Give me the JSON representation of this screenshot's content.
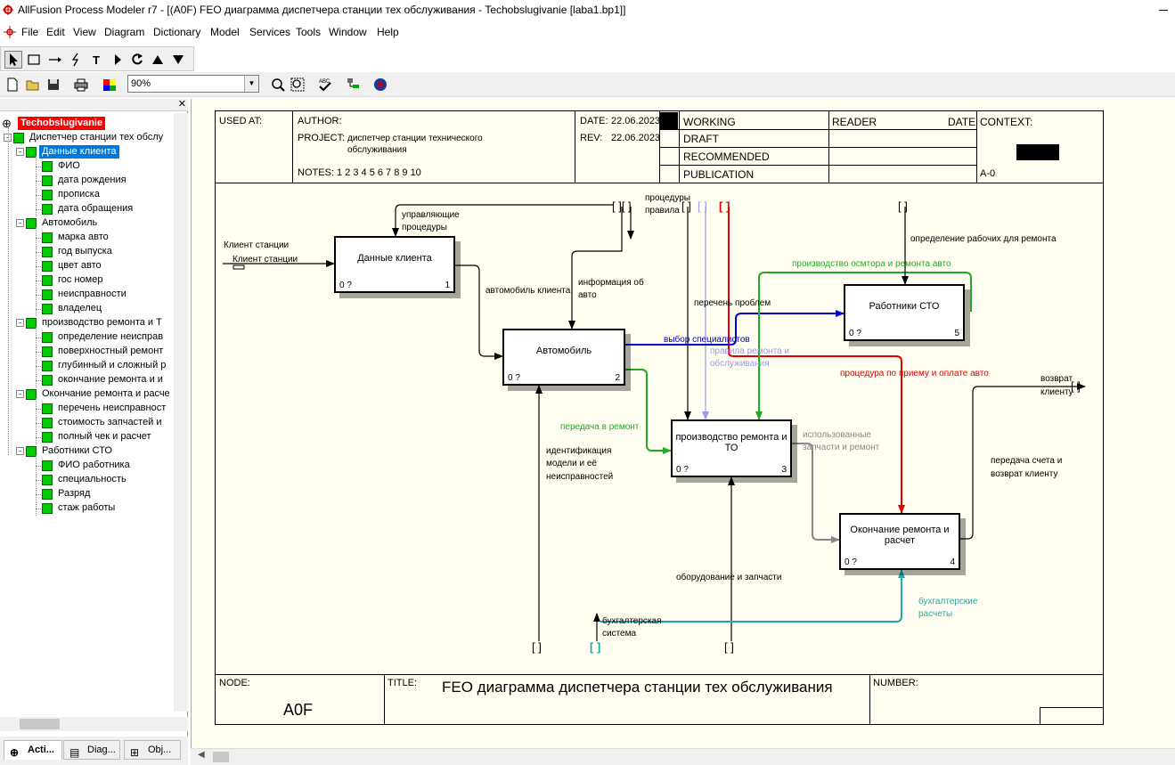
{
  "title": "AllFusion Process Modeler r7 - [(A0F) FEO диаграмма диспетчера станции тех обслуживания - Techobslugivanie  [laba1.bp1]]",
  "menu": [
    "File",
    "Edit",
    "View",
    "Diagram",
    "Dictionary",
    "Model",
    "Services",
    "Tools",
    "Window",
    "Help"
  ],
  "zoom": "90%",
  "tree": {
    "root": "Techobslugivanie",
    "items": [
      {
        "label": "Диспетчер станции тех обслу",
        "level": 1,
        "exp": "-"
      },
      {
        "label": "Данные клиента",
        "level": 2,
        "exp": "-",
        "selected": true
      },
      {
        "label": "ФИО",
        "level": 3
      },
      {
        "label": "дата рождения",
        "level": 3
      },
      {
        "label": "прописка",
        "level": 3
      },
      {
        "label": "дата обращения",
        "level": 3
      },
      {
        "label": "Автомобиль",
        "level": 2,
        "exp": "-"
      },
      {
        "label": "марка авто",
        "level": 3
      },
      {
        "label": "год выпуска",
        "level": 3
      },
      {
        "label": "цвет авто",
        "level": 3
      },
      {
        "label": "гос номер",
        "level": 3
      },
      {
        "label": "неисправности",
        "level": 3
      },
      {
        "label": "владелец",
        "level": 3
      },
      {
        "label": "производство ремонта  и Т",
        "level": 2,
        "exp": "-"
      },
      {
        "label": "определение неисправ",
        "level": 3
      },
      {
        "label": "поверхностный ремонт",
        "level": 3
      },
      {
        "label": "глубинный и сложный р",
        "level": 3
      },
      {
        "label": "окончание  ремонта и  и",
        "level": 3
      },
      {
        "label": "Окончание ремонта и расче",
        "level": 2,
        "exp": "-"
      },
      {
        "label": "перечень неисправност",
        "level": 3
      },
      {
        "label": "стоимость запчастей и",
        "level": 3
      },
      {
        "label": "полный чек и расчет",
        "level": 3
      },
      {
        "label": "Работники СТО",
        "level": 2,
        "exp": "-"
      },
      {
        "label": "ФИО работника",
        "level": 3
      },
      {
        "label": "специальность",
        "level": 3
      },
      {
        "label": "Разряд",
        "level": 3
      },
      {
        "label": "стаж работы",
        "level": 3
      }
    ],
    "tabs": [
      "Acti...",
      "Diag...",
      "Obj..."
    ]
  },
  "header": {
    "used_at": "USED AT:",
    "author": "AUTHOR:",
    "project_label": "PROJECT:",
    "project": "диспетчер станции технического обслуживания",
    "notes_label": "NOTES:",
    "notes": "1 2 3 4 5 6 7 8 9 10",
    "date_label": "DATE:",
    "date": "22.06.2023",
    "rev_label": "REV:",
    "rev": "22.06.2023",
    "status": [
      "WORKING",
      "DRAFT",
      "RECOMMENDED",
      "PUBLICATION"
    ],
    "reader": "READER",
    "date2": "DATE",
    "context": "CONTEXT:",
    "context_node": "A-0"
  },
  "footer": {
    "node_label": "NODE:",
    "node": "A0F",
    "title_label": "TITLE:",
    "title": "FEO диаграмма диспетчера станции тех обслуживания",
    "number_label": "NUMBER:"
  },
  "boxes": [
    {
      "label": "Данные клиента",
      "cost": "0 ?",
      "num": "1"
    },
    {
      "label": "Автомобиль",
      "cost": "0 ?",
      "num": "2"
    },
    {
      "label": "производство ремонта  и ТО",
      "cost": "0 ?",
      "num": "3"
    },
    {
      "label": "Окончание ремонта и расчет",
      "cost": "0 ?",
      "num": "4"
    },
    {
      "label": "Работники СТО",
      "cost": "0 ?",
      "num": "5"
    }
  ],
  "labels": {
    "client1": "Клиент станции",
    "client2": "Клиент станции",
    "upr1": "управляющие",
    "upr2": "процедуры",
    "proc1": "процедуры",
    "proc2": "правила",
    "opred": "определение рабочих для ремонта",
    "avto_kl": "автомобиль клиента",
    "info1": "информация об",
    "info2": "авто",
    "perechen": "перечень проблем",
    "proizv_osm": "производство осмтора и ремонта авто",
    "vybor": "выбор специалистов",
    "prav1": "правила ремонта и",
    "prav2": "обслуживания",
    "procedura": "процедура по приему и оплате авто",
    "vozvrat1": "возврат",
    "vozvrat2": "клиенту",
    "peredacha": "передача в ремонт",
    "isp1": "использованные",
    "isp2": "запчасти и ремонт",
    "ident1": "идентификация",
    "ident2": "модели и её",
    "ident3": "неисправностей",
    "per_sch1": "передача счета и",
    "per_sch2": "возврат клиенту",
    "oborud": "оборудование и запчасти",
    "buh1": "бухгалтерская",
    "buh2": "система",
    "buhr1": "бухгалтерские",
    "buhr2": "расчеты"
  }
}
